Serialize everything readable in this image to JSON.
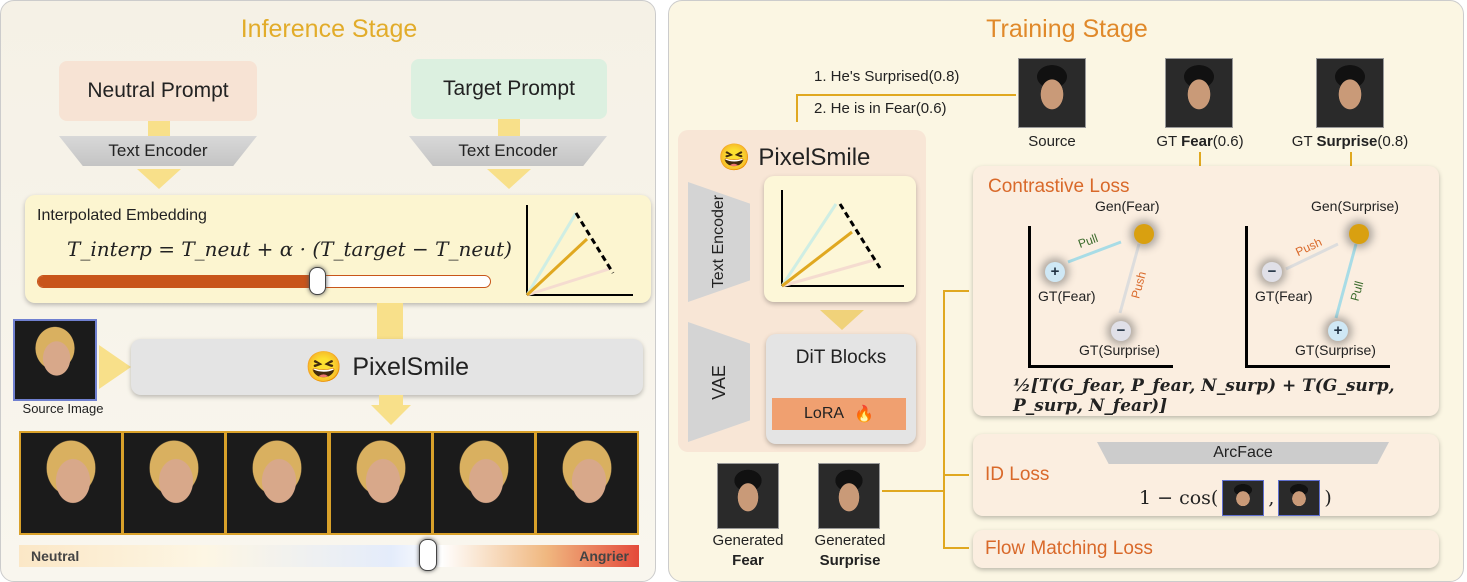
{
  "inference": {
    "title": "Inference Stage",
    "neutral_prompt": "Neutral Prompt",
    "target_prompt": "Target Prompt",
    "text_encoder": "Text Encoder",
    "interp_title": "Interpolated Embedding",
    "formula": "T_interp = T_neut + α · (T_target − T_neut)",
    "alpha_value": 0.62,
    "source_label": "Source Image",
    "model_name": "PixelSmile",
    "scale_left": "Neutral",
    "scale_right": "Angrier",
    "scale_value": 0.66,
    "output_count": 6
  },
  "training": {
    "title": "Training Stage",
    "prompt1": "1. He's Surprised(0.8)",
    "prompt2": "2. He is in Fear(0.6)",
    "model_name": "PixelSmile",
    "text_encoder": "Text Encoder",
    "vae": "VAE",
    "dit": "DiT Blocks",
    "lora": "LoRA",
    "source_label": "Source",
    "gt_fear_prefix": "GT ",
    "gt_fear_bold": "Fear",
    "gt_fear_suffix": "(0.6)",
    "gt_surp_prefix": "GT ",
    "gt_surp_bold": "Surprise",
    "gt_surp_suffix": "(0.8)",
    "gen_label": "Generated",
    "gen_fear": "Fear",
    "gen_surp": "Surprise",
    "contrastive": {
      "title": "Contrastive Loss",
      "gen_fear": "Gen(Fear)",
      "gen_surp": "Gen(Surprise)",
      "gt_fear": "GT(Fear)",
      "gt_surp": "GT(Surprise)",
      "pull": "Pull",
      "push": "Push",
      "formula": "½[T(G_fear, P_fear, N_surp) + T(G_surp, P_surp, N_fear)]"
    },
    "id_loss": {
      "title": "ID Loss",
      "arcface": "ArcFace",
      "formula_pre": "1 − cos(",
      "formula_sep": ",",
      "formula_post": ")"
    },
    "flow_loss": "Flow Matching Loss"
  },
  "colors": {
    "accent": "#e2ac2a",
    "orange": "#c8551a",
    "loss_title": "#d9692a"
  }
}
